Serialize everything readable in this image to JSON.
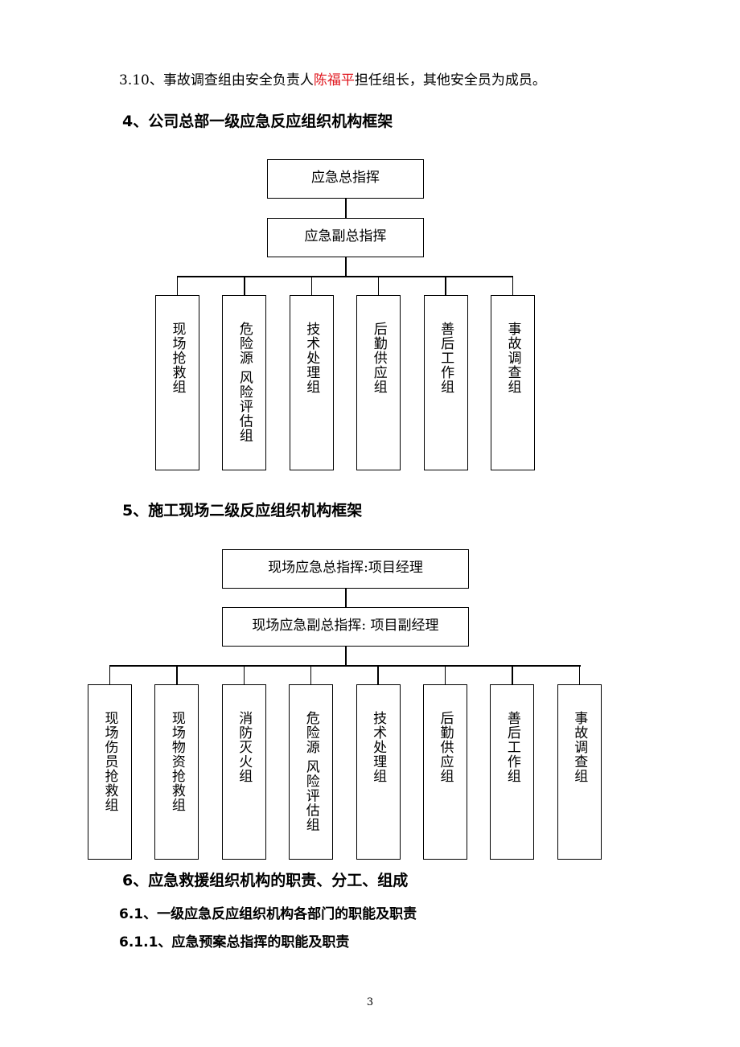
{
  "intro": {
    "prefix": "3.10、事故调查组由安全负责人",
    "highlight": "陈福平",
    "suffix": "担任组长，其他安全员为成员。",
    "highlight_color": "#e0161d"
  },
  "section4": {
    "heading": "4、公司总部一级应急反应组织机构框架",
    "top_box": "应急总指挥",
    "second_box": "应急副总指挥",
    "groups": [
      "现场抢救组",
      "危险源 风险评估组",
      "技术处理组",
      "后勤供应组",
      "善后工作组",
      "事故调查组"
    ]
  },
  "section5": {
    "heading": "5、施工现场二级反应组织机构框架",
    "top_box": "现场应急总指挥:项目经理",
    "second_box": "现场应急副总指挥: 项目副经理",
    "groups": [
      "现场伤员抢救组",
      "现场物资抢救组",
      "消防灭火组",
      "危险源 风险评估组",
      "技术处理组",
      "后勤供应组",
      "善后工作组",
      "事故调查组"
    ]
  },
  "section6": {
    "heading": "6、应急救援组织机构的职责、分工、组成",
    "sub1": "6.1、一级应急反应组织机构各部门的职能及职责",
    "sub2": "6.1.1、应急预案总指挥的职能及职责"
  },
  "page_number": "3"
}
